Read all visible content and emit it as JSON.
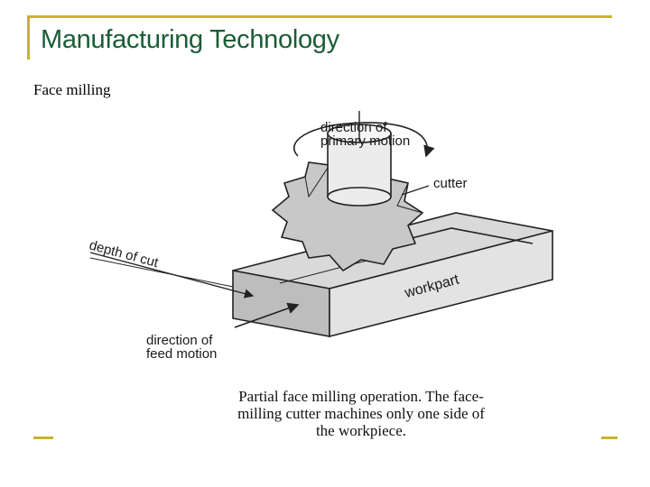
{
  "slide": {
    "title": "Manufacturing Technology",
    "subtitle": "Face milling"
  },
  "figure": {
    "labels": {
      "primary_motion_1": "direction of",
      "primary_motion_2": "primary motion",
      "cutter": "cutter",
      "depth_of_cut": "depth of cut",
      "workpart": "workpart",
      "feed_motion_1": "direction of",
      "feed_motion_2": "feed motion"
    },
    "caption": {
      "line1": "Partial face milling operation. The face-",
      "line2": "milling cutter machines only one side of",
      "line3": "the workpiece."
    }
  }
}
